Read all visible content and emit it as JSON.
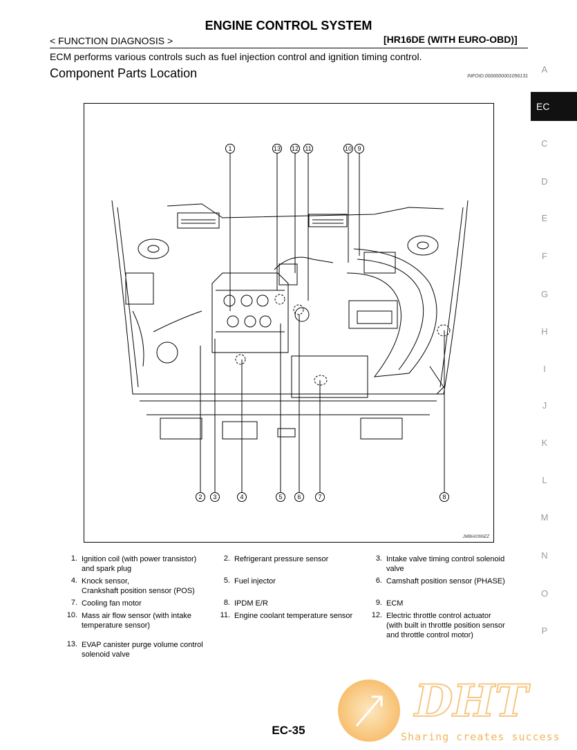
{
  "header": {
    "title": "ENGINE CONTROL SYSTEM",
    "breadcrumb": "< FUNCTION DIAGNOSIS >",
    "model": "[HR16DE (WITH EURO-OBD)]"
  },
  "intro": "ECM performs various controls such as fuel injection control and ignition timing control.",
  "section_heading": "Component  Parts  Location",
  "info_id": "INFOID:0000000001056131",
  "side_index": {
    "letters": [
      "A",
      "EC",
      "C",
      "D",
      "E",
      "F",
      "G",
      "H",
      "I",
      "J",
      "K",
      "L",
      "M",
      "N",
      "O",
      "P"
    ],
    "active": "EC"
  },
  "figure": {
    "code": "JMBIA0399ZZ",
    "callouts_top": [
      "1",
      "13",
      "12",
      "11",
      "10",
      "9"
    ],
    "callouts_bottom": [
      "2",
      "3",
      "4",
      "5",
      "6",
      "7",
      "8"
    ]
  },
  "legend": [
    {
      "num": "1.",
      "text": "Ignition coil (with power transistor)\nand spark plug"
    },
    {
      "num": "2.",
      "text": "Refrigerant pressure sensor"
    },
    {
      "num": "3.",
      "text": "Intake valve timing control solenoid\nvalve"
    },
    {
      "num": "4.",
      "text": "Knock sensor,\nCrankshaft position sensor (POS)"
    },
    {
      "num": "5.",
      "text": "Fuel injector"
    },
    {
      "num": "6.",
      "text": "Camshaft position sensor (PHASE)"
    },
    {
      "num": "7.",
      "text": "Cooling fan motor"
    },
    {
      "num": "8.",
      "text": "IPDM E/R"
    },
    {
      "num": "9.",
      "text": "ECM"
    },
    {
      "num": "10.",
      "text": "Mass air flow sensor (with intake\ntemperature sensor)"
    },
    {
      "num": "11.",
      "text": "Engine coolant temperature sensor"
    },
    {
      "num": "12.",
      "text": "Electric throttle control actuator\n(with built in throttle position sensor\nand throttle control motor)"
    },
    {
      "num": "13.",
      "text": "EVAP canister purge volume control\nsolenoid valve"
    }
  ],
  "page_number": "EC-35",
  "watermark": {
    "logo_text": "DHT",
    "tagline": "Sharing creates success",
    "color": "#f2b55a"
  }
}
